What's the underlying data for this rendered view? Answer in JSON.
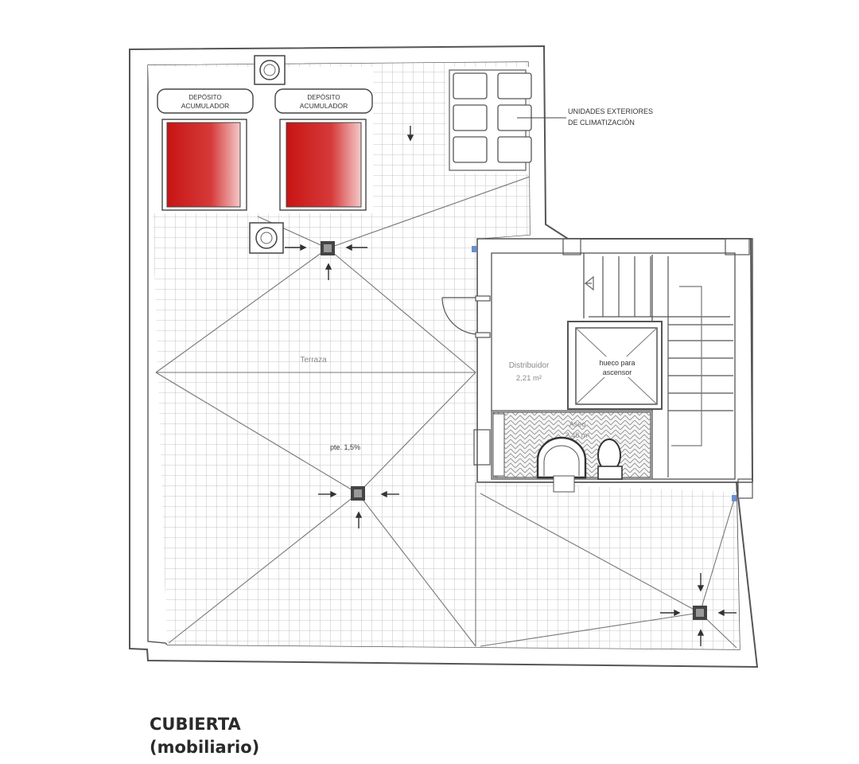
{
  "title": "CUBIERTA",
  "subtitle": "(mobiliario)",
  "labels": {
    "tank_1_line1": "DEPÓSITO",
    "tank_1_line2": "ACUMULADOR",
    "tank_2_line1": "DEPÓSITO",
    "tank_2_line2": "ACUMULADOR",
    "ac_units_line1": "UNIDADES EXTERIORES",
    "ac_units_line2": "DE CLIMATIZACIÓN",
    "terrace": "Terraza",
    "distributor": "Distribuidor",
    "distributor_area": "2,21 m²",
    "elevator_line1": "hueco para",
    "elevator_line2": "ascensor",
    "bathroom": "Aseo",
    "bathroom_area": "2,48 m²",
    "slope_note": "pte. 1,5%"
  },
  "colors": {
    "tank_fill": "#cc1f1f",
    "line": "#555555",
    "grid": "#b5b5b5"
  }
}
